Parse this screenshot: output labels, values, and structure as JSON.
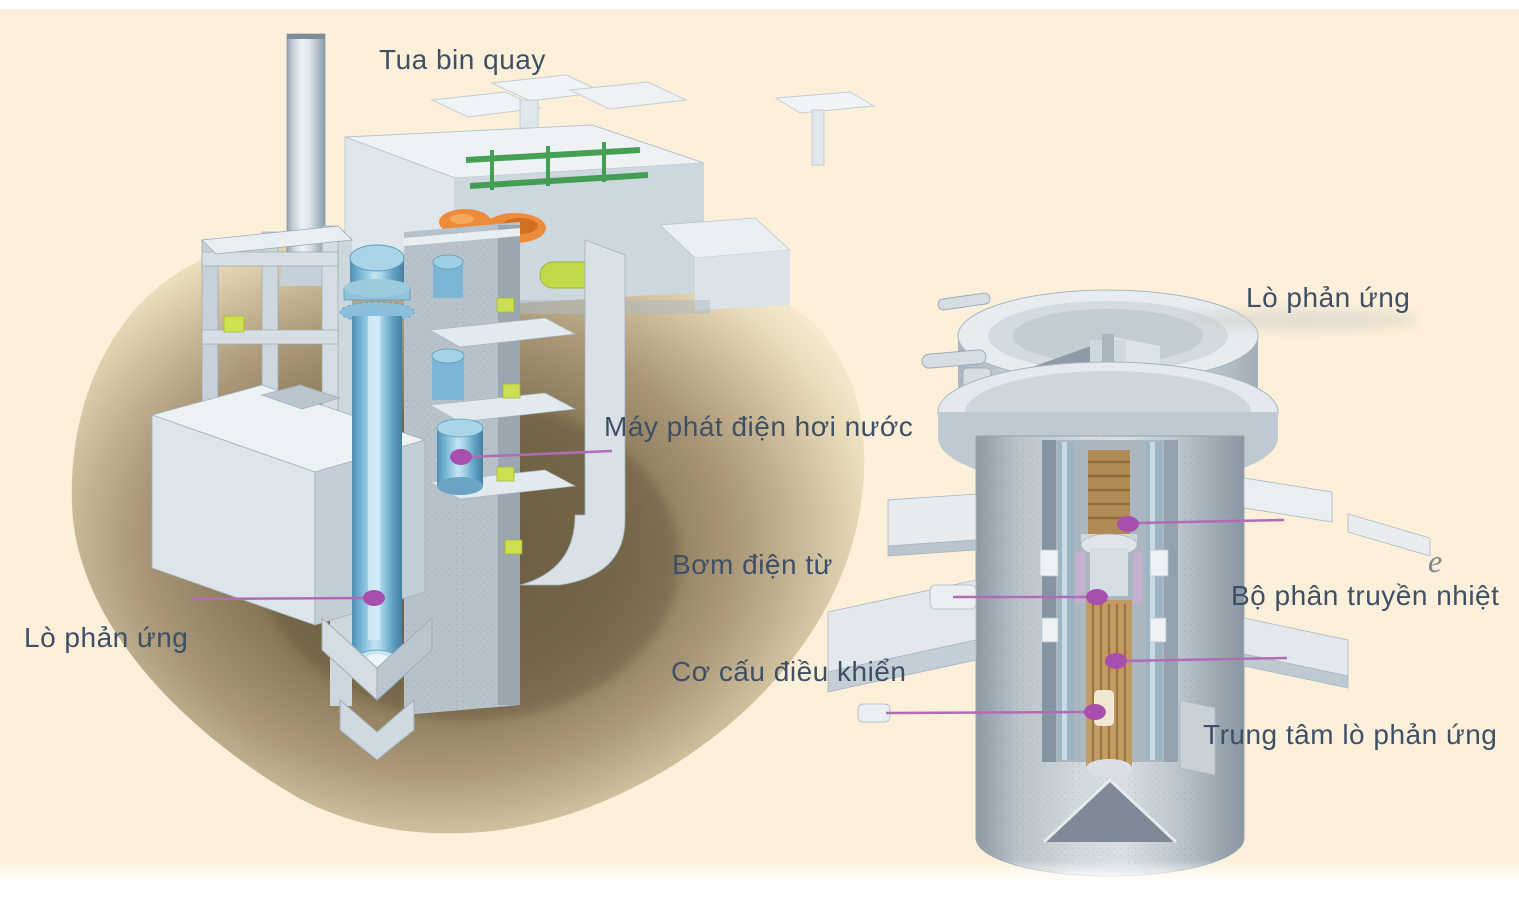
{
  "canvas": {
    "background": "#fdf0da",
    "frame": "#ffffff"
  },
  "colors": {
    "label_text": "#3e4f66",
    "callout_line": "#b26cb5",
    "callout_dot": "#a84fae",
    "earth_dark": "#6f6047",
    "earth_mid": "#cdbd9b",
    "concrete_light": "#e9eef2",
    "concrete_mid": "#c2ccd4",
    "concrete_dark": "#97a4ae",
    "reactor_blue": "#7fbcd9",
    "pipe_green": "#3c9c4c",
    "turbine_orange": "#ee8b3a",
    "generator_yellow": "#c4d94a",
    "fuel_tan": "#c39a62"
  },
  "labels": {
    "turbine": "Tua bin quay",
    "steam_generator": "Máy phát điện hơi nước",
    "reactor_left": "Lò phản ứng",
    "electromagnetic_pump": "Bơm điện từ",
    "control_mechanism": "Cơ cấu điều khiển",
    "reactor_right": "Lò phản ứng",
    "heat_transfer_unit": "Bộ phân truyền nhiệt",
    "reactor_core": "Trung tâm lò phản ứng",
    "stray_mark": "e"
  }
}
